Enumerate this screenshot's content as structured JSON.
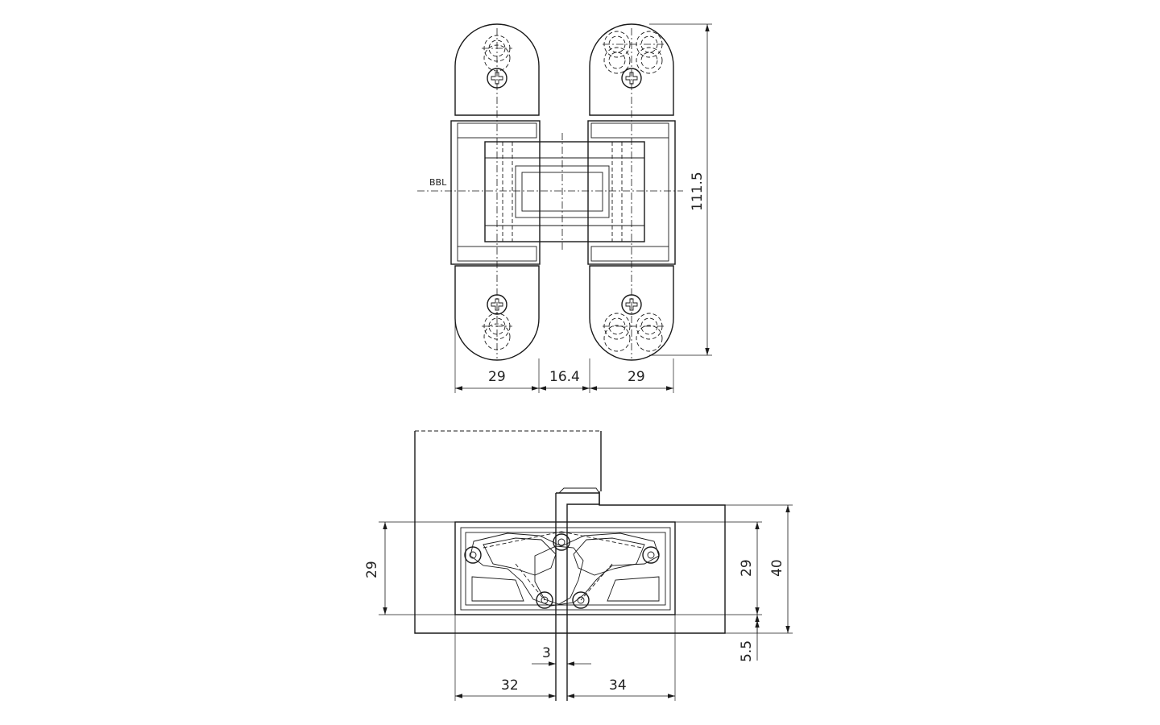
{
  "top_view": {
    "reference_line": "BBL",
    "dim_left_width": "29",
    "dim_center_gap": "16.4",
    "dim_right_width": "29",
    "dim_height": "111.5"
  },
  "bottom_view": {
    "dim_left_height": "29",
    "dim_right_height": "29",
    "dim_total_height": "40",
    "dim_offset": "5.5",
    "dim_gap": "3",
    "dim_left_length": "32",
    "dim_right_length": "34"
  },
  "colors": {
    "line": "#1a1a1a",
    "background": "#ffffff"
  }
}
